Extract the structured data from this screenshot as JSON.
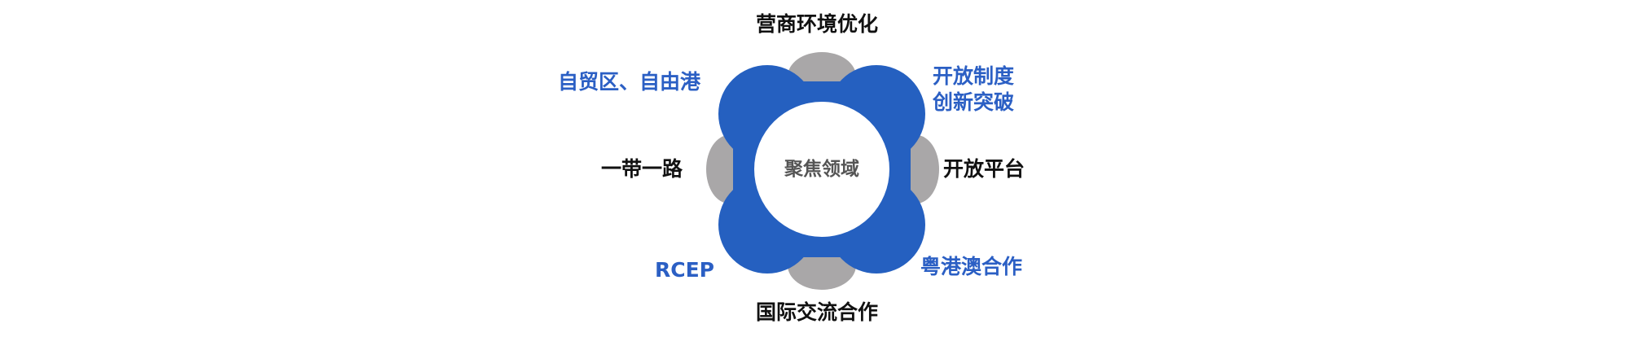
{
  "diagram": {
    "center": "聚焦领域",
    "top": "营商环境优化",
    "top_left": "自贸区、自由港",
    "top_right_line1": "开放制度",
    "top_right_line2": "创新突破",
    "left": "一带一路",
    "right": "开放平台",
    "bottom_left": "RCEP",
    "bottom_right": "粤港澳合作",
    "bottom": "国际交流合作",
    "colors": {
      "blue": "#2560c0",
      "gray": "#a9a7a8",
      "blue_text": "#2b5fc4",
      "black_text": "#111111"
    }
  }
}
